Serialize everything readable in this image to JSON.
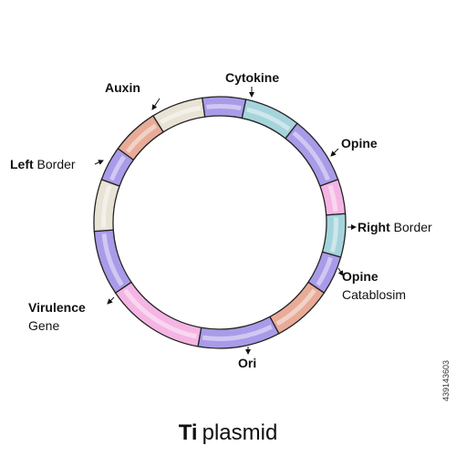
{
  "title": {
    "bold": "Ti",
    "normal": "plasmid"
  },
  "side_code": "439143603",
  "colors": {
    "purple": "#a99be8",
    "salmon": "#e8ab98",
    "beige": "#e9e3d6",
    "teal": "#a5d4dc",
    "pink": "#f5b5e4",
    "outline": "#222222"
  },
  "segments": [
    {
      "color": "purple"
    },
    {
      "color": "beige"
    },
    {
      "color": "purple"
    },
    {
      "color": "teal"
    },
    {
      "color": "purple"
    },
    {
      "color": "pink"
    },
    {
      "color": "teal"
    },
    {
      "color": "purple"
    },
    {
      "color": "salmon"
    },
    {
      "color": "purple"
    },
    {
      "color": "pink"
    },
    {
      "color": "purple"
    },
    {
      "color": "beige"
    },
    {
      "color": "purple"
    },
    {
      "color": "salmon"
    }
  ],
  "labels": {
    "auxin": {
      "bold": "Auxin"
    },
    "cytokine": {
      "bold": "Cytokine"
    },
    "opine_top": {
      "bold": "Opine"
    },
    "left_border": {
      "bold": "Left",
      "normal": " Border"
    },
    "right_border": {
      "bold": "Right",
      "normal": " Border"
    },
    "opine_catabolism": {
      "bold": "Opine",
      "line2": "Catablosim"
    },
    "virulence": {
      "bold": "Virulence",
      "line2": "Gene"
    },
    "ori": {
      "bold": "Ori"
    }
  }
}
